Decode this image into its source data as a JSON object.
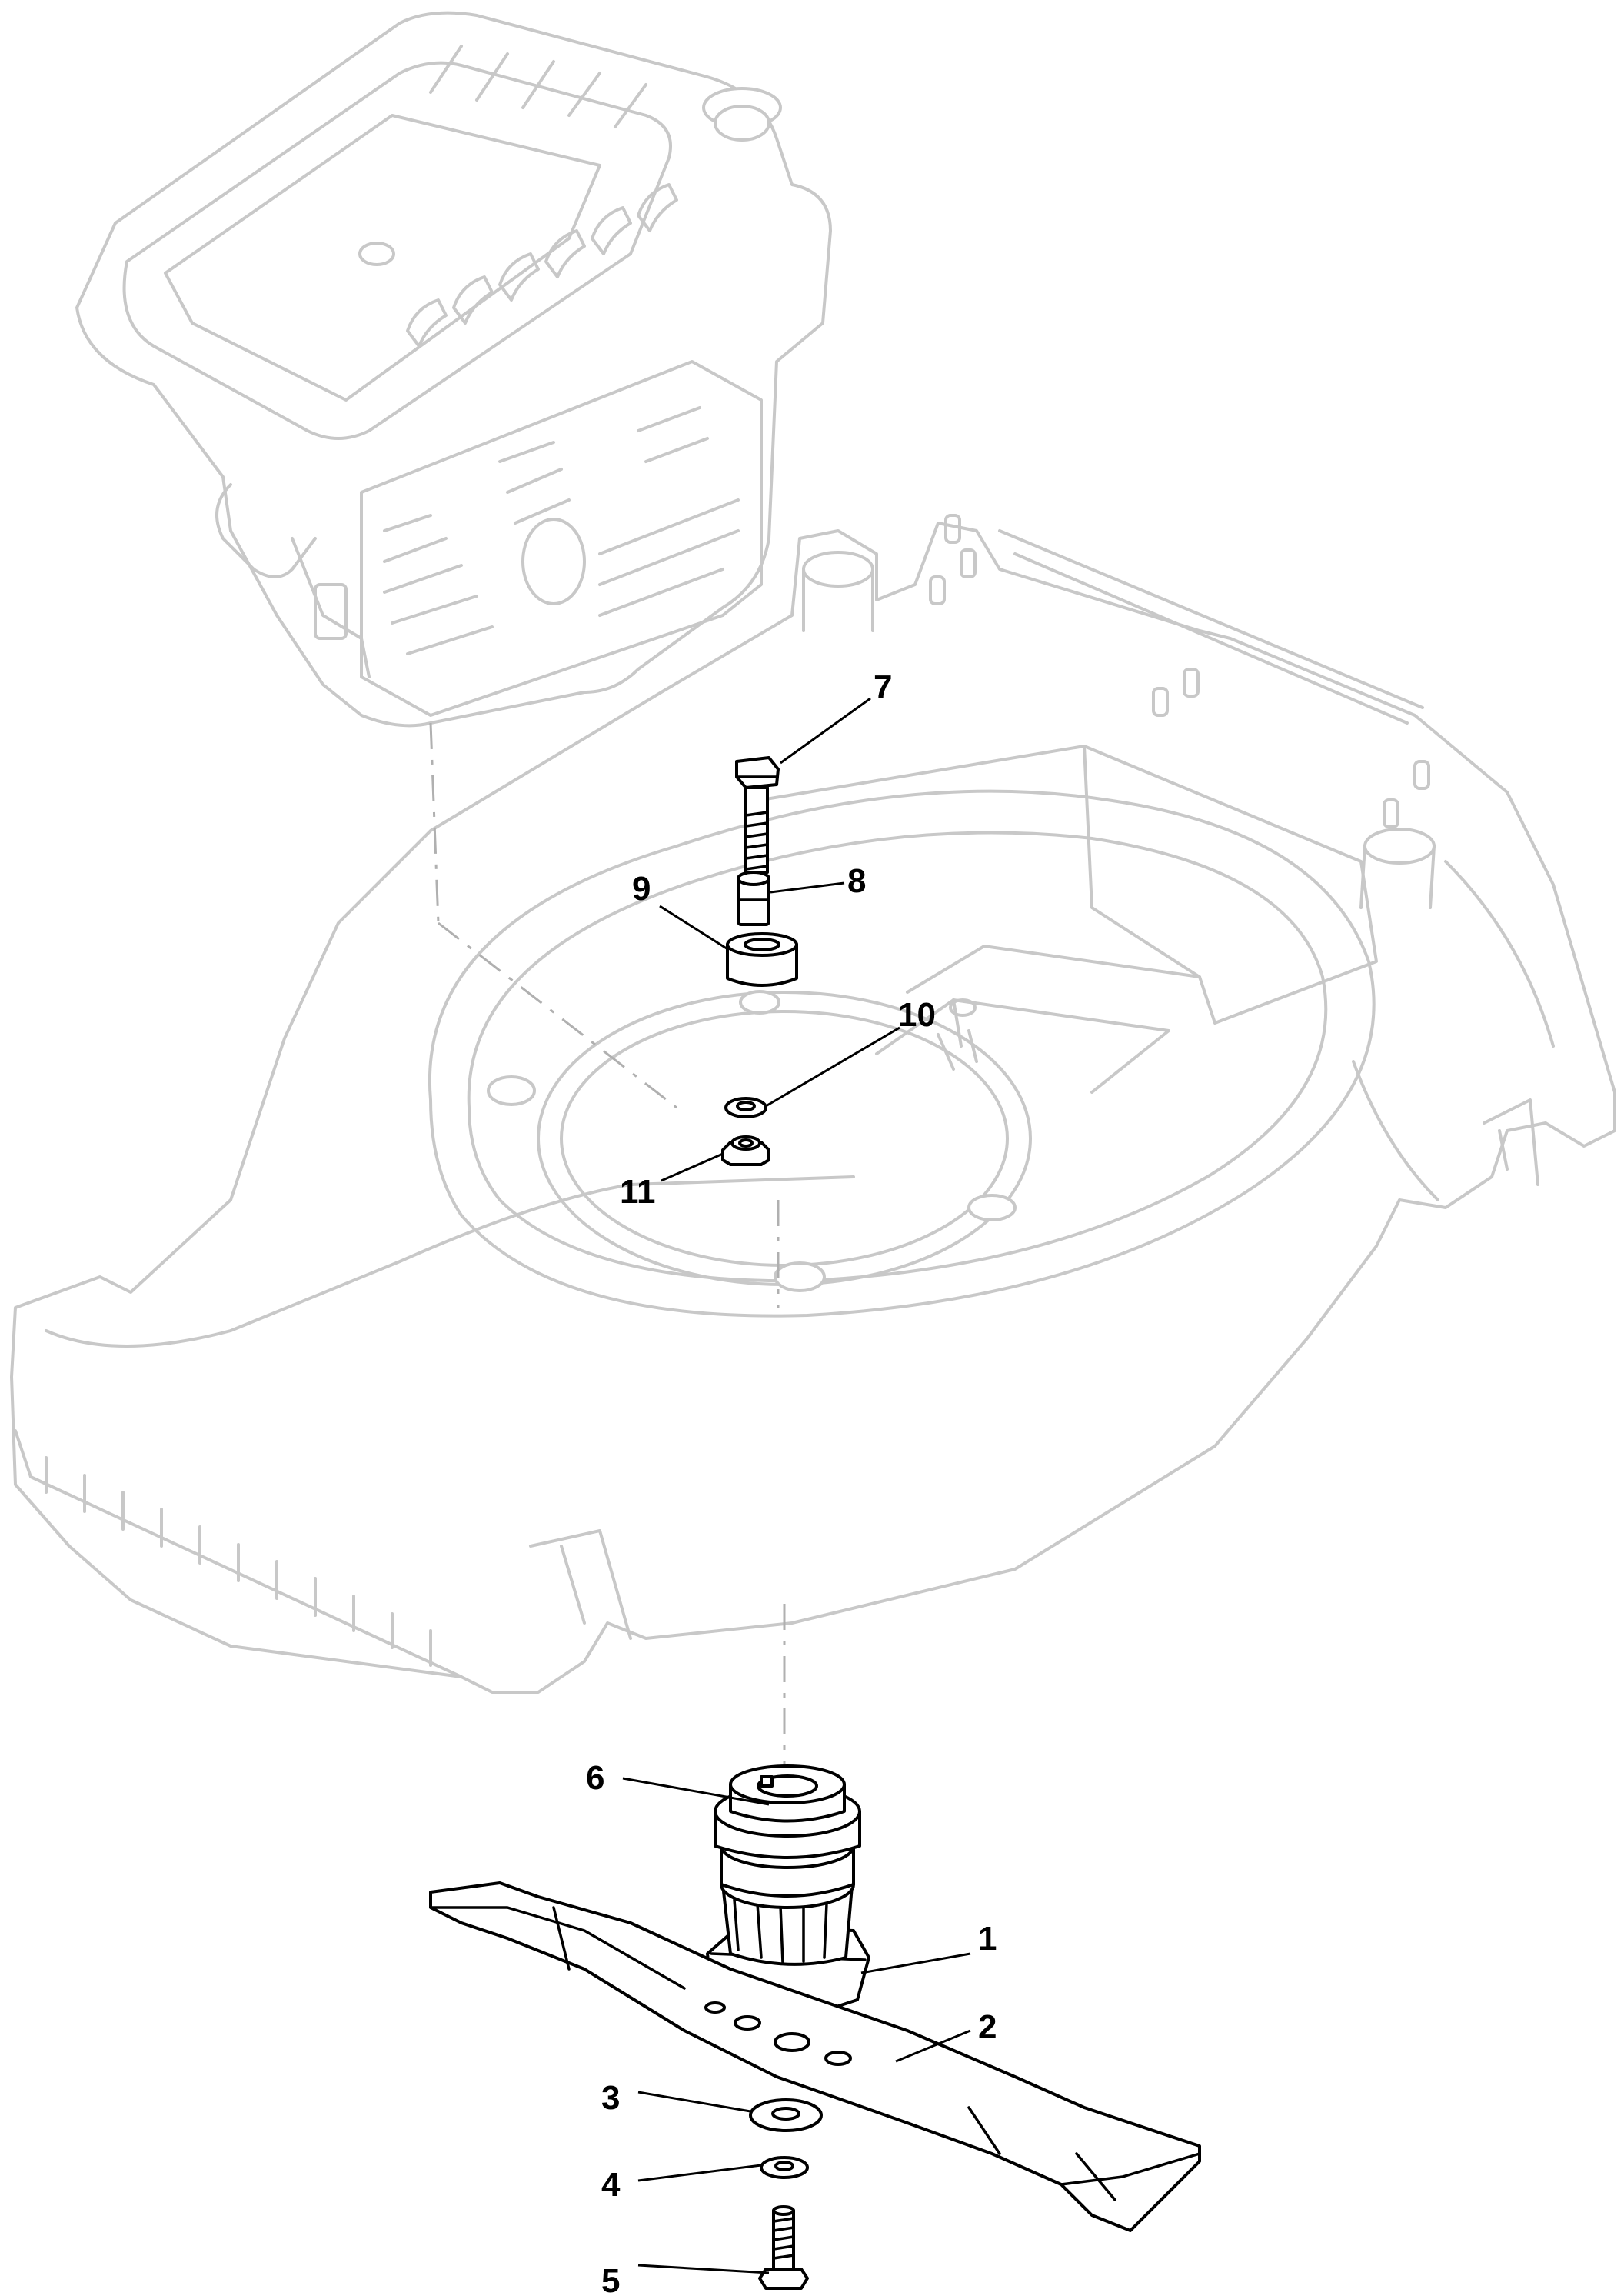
{
  "callouts": [
    {
      "id": "1",
      "label": "1"
    },
    {
      "id": "2",
      "label": "2"
    },
    {
      "id": "3",
      "label": "3"
    },
    {
      "id": "4",
      "label": "4"
    },
    {
      "id": "5",
      "label": "5"
    },
    {
      "id": "6",
      "label": "6"
    },
    {
      "id": "7",
      "label": "7"
    },
    {
      "id": "8",
      "label": "8"
    },
    {
      "id": "9",
      "label": "9"
    },
    {
      "id": "10",
      "label": "10"
    },
    {
      "id": "11",
      "label": "11"
    }
  ],
  "colors": {
    "ghost_outline": "#c8c8c8",
    "part_outline": "#000000",
    "background": "#ffffff"
  }
}
